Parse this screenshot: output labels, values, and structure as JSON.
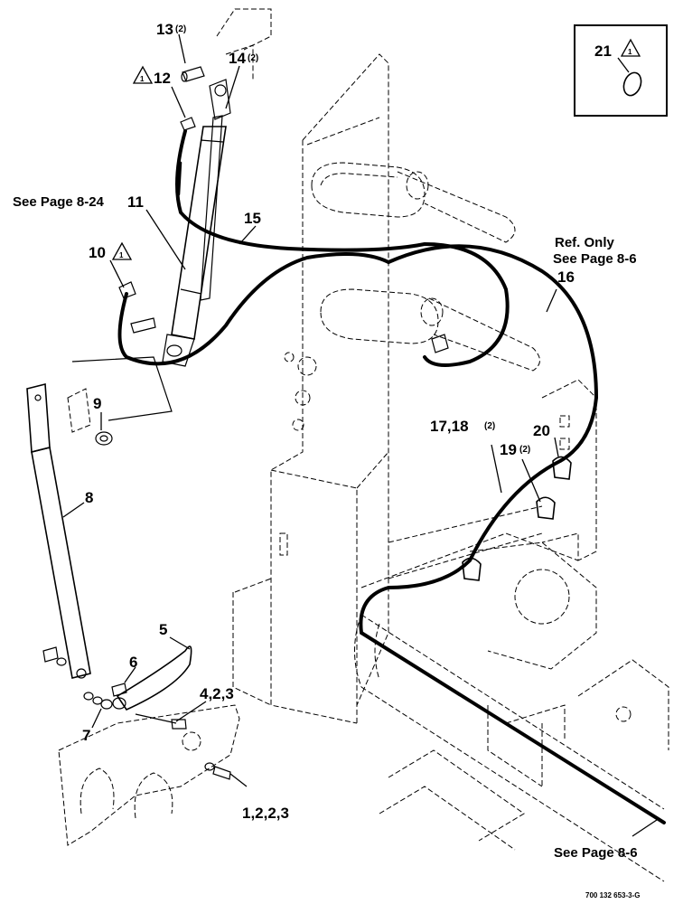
{
  "callouts": {
    "c13": "13",
    "c13_qty": "(2)",
    "c14": "14",
    "c14_qty": "(2)",
    "c12": "12",
    "c12_flag": "1",
    "c11": "11",
    "c11_ref": "See Page 8-24",
    "c15": "15",
    "c10": "10",
    "c10_flag": "1",
    "c9": "9",
    "c8": "8",
    "c5": "5",
    "c6": "6",
    "c7": "7",
    "c423": "4,2,3",
    "c1223": "1,2,2,3",
    "c16": "16",
    "c16_ref1": "Ref. Only",
    "c16_ref2": "See Page 8-6",
    "c1718": "17,18",
    "c1718_qty": "(2)",
    "c19": "19",
    "c19_qty": "(2)",
    "c20": "20",
    "c21": "21",
    "c21_flag": "1",
    "bottom_ref": "See Page 8-6",
    "doc_id": "700 132 653-3-G"
  },
  "icons": [
    "warning-triangle-icon",
    "o-ring-icon"
  ]
}
